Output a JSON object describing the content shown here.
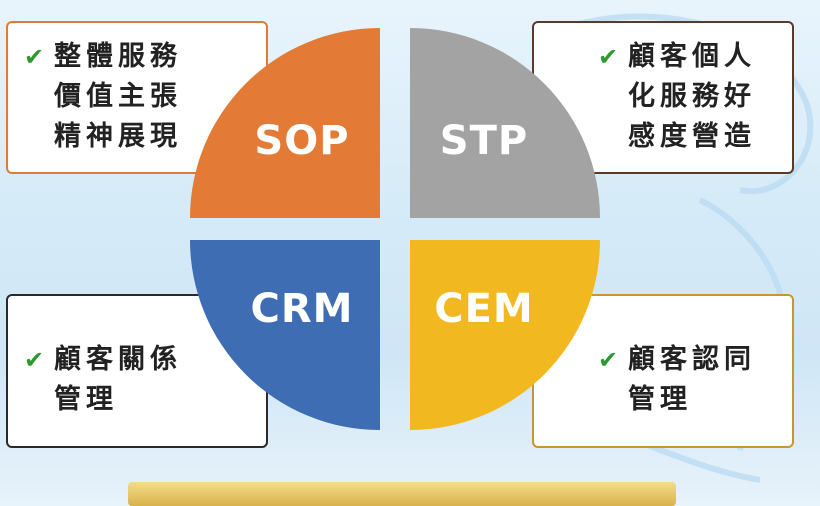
{
  "colors": {
    "sop": "#e37a35",
    "stp": "#a3a3a3",
    "crm": "#3e6db3",
    "cem": "#f2b820",
    "check": "#2e9a2e",
    "bottom_bar": "#e2c25c"
  },
  "quadrants": {
    "sop": "SOP",
    "stp": "STP",
    "crm": "CRM",
    "cem": "CEM"
  },
  "boxes": {
    "top_left": {
      "check": "✔",
      "lines": [
        "整體服務",
        "價值主張",
        "精神展現"
      ]
    },
    "top_right": {
      "check": "✔",
      "lines": [
        "顧客個人",
        "化服務好",
        "感度營造"
      ]
    },
    "bottom_left": {
      "check": "✔",
      "lines": [
        "顧客關係",
        "管理"
      ]
    },
    "bottom_right": {
      "check": "✔",
      "lines": [
        "顧客認同",
        "管理"
      ]
    }
  }
}
